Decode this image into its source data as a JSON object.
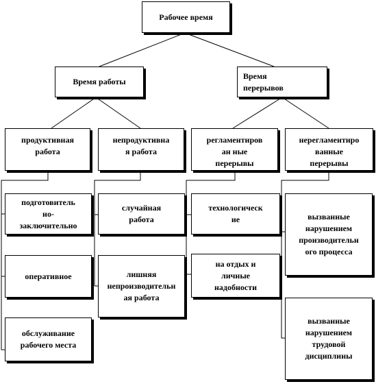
{
  "diagram": {
    "root": "Рабочее время",
    "level1": {
      "work": "Время работы",
      "breaks": "Время\nперерывов"
    },
    "level2": {
      "productive": "продуктивная\nработа",
      "unproductive": "непродуктивна\nя работа",
      "regulated": "регламентиров\nан ные\nперерывы",
      "unregulated": "нерегламентиро\nванные\nперерывы"
    },
    "productive_items": [
      "подготовитель\nно-\nзаключительно",
      "оперативное",
      "обслуживание\nрабочего места"
    ],
    "unproductive_items": [
      "случайная\nработа",
      "лишняя\nнепроизводительн\nая работа"
    ],
    "regulated_items": [
      "технологическ\nие",
      "на отдых и\nличные\nнадобности"
    ],
    "unregulated_items": [
      "вызванные\nнарушением\nпроизводительн\nого процесса",
      "вызванные\nнарушением\nтрудовой\nдисциплины"
    ]
  }
}
